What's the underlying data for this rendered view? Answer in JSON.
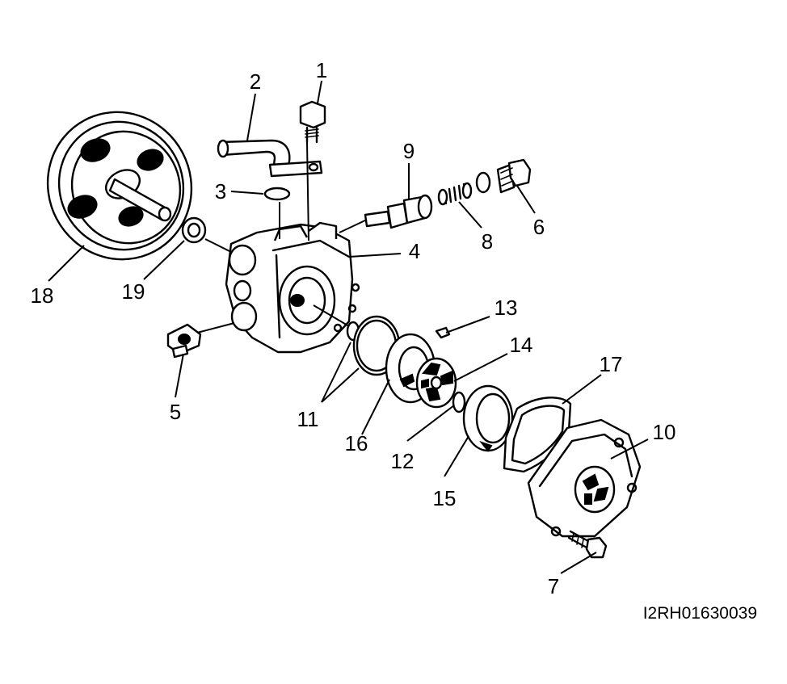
{
  "figure_code": "I2RH01630039",
  "callouts": [
    "1",
    "2",
    "3",
    "4",
    "5",
    "6",
    "7",
    "8",
    "9",
    "10",
    "11",
    "12",
    "13",
    "14",
    "15",
    "16",
    "17",
    "18",
    "19"
  ]
}
